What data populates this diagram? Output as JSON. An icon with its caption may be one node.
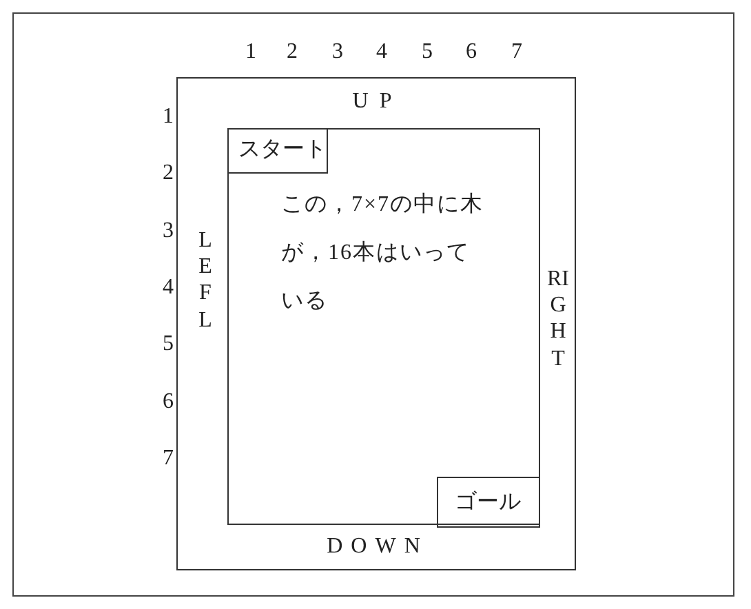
{
  "diagram": {
    "nodes": [
      {
        "text": [
          "UP",
          "LEFL",
          "RIGHT",
          "DOWN"
        ]
      },
      {
        "text": [
          "この，7×7の中に木が，16本はいっている"
        ],
        "in": 0
      },
      {
        "text": [
          "スタート"
        ],
        "in": 1
      },
      {
        "text": [
          "ゴール"
        ],
        "in": 1
      }
    ],
    "labels": [
      "1",
      "2",
      "3",
      "4",
      "5",
      "6",
      "7",
      "1",
      "2",
      "3",
      "4",
      "5",
      "6",
      "7"
    ]
  }
}
